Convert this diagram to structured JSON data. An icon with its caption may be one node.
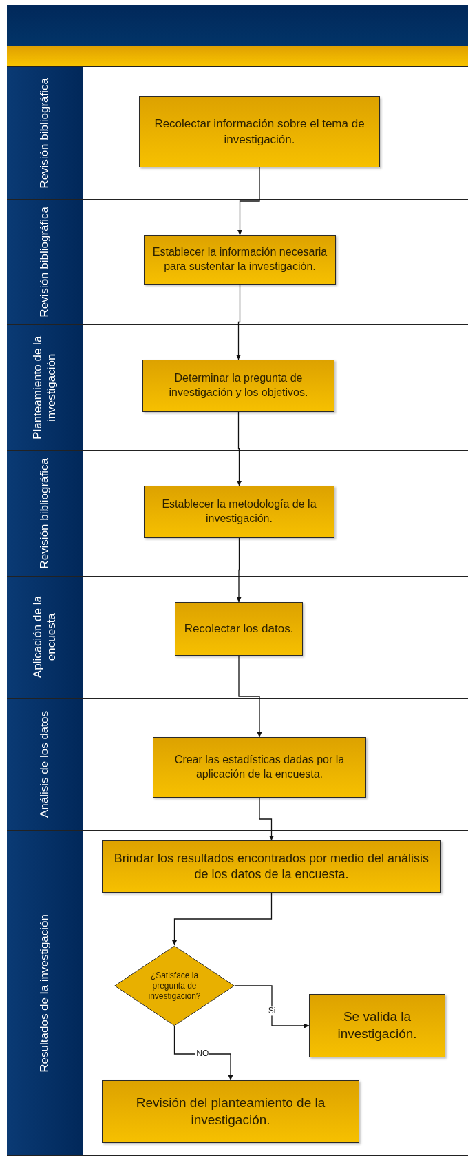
{
  "diagram": {
    "nodes": [
      {
        "text": [
          "Revisión bibliográfica"
        ]
      },
      {
        "text": [
          "Recolectar información sobre el tema de investigación."
        ],
        "in": 0
      },
      {
        "text": [
          "Revisión bibliográfica"
        ]
      },
      {
        "text": [
          "Establecer la información necesaria para sustentar la investigación."
        ],
        "in": 2
      },
      {
        "text": [
          "Planteamiento de la investigación"
        ]
      },
      {
        "text": [
          "Determinar la pregunta de investigación y los objetivos."
        ],
        "in": 4
      },
      {
        "text": [
          "Revisión bibliográfica"
        ]
      },
      {
        "text": [
          "Establecer la metodología de la investigación."
        ],
        "in": 6
      },
      {
        "text": [
          "Aplicación de la encuesta"
        ]
      },
      {
        "text": [
          "Recolectar los datos."
        ],
        "in": 8
      },
      {
        "text": [
          "Análisis de los datos"
        ]
      },
      {
        "text": [
          "Crear las estadísticas dadas por la aplicación de la encuesta."
        ],
        "in": 10
      },
      {
        "text": [
          "Resultados de la investigación"
        ]
      },
      {
        "text": [
          "Brindar los resultados encontrados por medio del análisis de los datos de la encuesta."
        ],
        "in": 12
      },
      {
        "text": [
          "¿Satisface la pregunta de investigación?"
        ],
        "in": 12
      },
      {
        "text": [
          "Se valida la investigación."
        ],
        "in": 12
      },
      {
        "text": [
          "Revisión del planteamiento de la investigación."
        ],
        "in": 12
      }
    ],
    "edges": [
      {
        "from": 1,
        "to": 3,
        "arrow": "to"
      },
      {
        "from": 3,
        "to": 5,
        "arrow": "to"
      },
      {
        "from": 5,
        "to": 7,
        "arrow": "to"
      },
      {
        "from": 7,
        "to": 9,
        "arrow": "to"
      },
      {
        "from": 9,
        "to": 11,
        "arrow": "to"
      },
      {
        "from": 11,
        "to": 13,
        "arrow": "to"
      },
      {
        "from": 13,
        "to": 14,
        "arrow": "to"
      },
      {
        "from": 14,
        "to": 15,
        "label": "Si",
        "arrow": "to"
      },
      {
        "from": 14,
        "to": 16,
        "label": "NO",
        "arrow": "to"
      }
    ]
  }
}
